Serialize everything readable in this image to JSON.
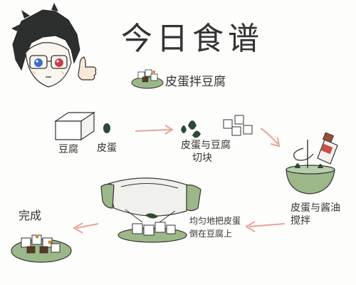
{
  "title": "今日食谱",
  "dish_name": "皮蛋拌豆腐",
  "steps": {
    "ingredient_tofu": "豆腐",
    "ingredient_egg": "皮蛋",
    "cut_line1": "皮蛋与豆腐",
    "cut_line2": "切块",
    "mix_line1": "皮蛋与酱油",
    "mix_line2": "搅拌",
    "pour_line1": "均匀地把皮蛋",
    "pour_line2": "倒在豆腐上",
    "done": "完成"
  },
  "colors": {
    "stroke": "#3a3a3a",
    "green": "#9cb88a",
    "dark_green": "#2f4a34",
    "arrow": "#e8a39a",
    "hair": "#2b2f2e",
    "eye_left": "#3d6fc9",
    "eye_right": "#c8404a"
  },
  "icons": [
    "character-avatar",
    "thumbs-up-icon",
    "tofu-block-icon",
    "century-egg-icon",
    "cubes-icon",
    "whisk-bowl-icon",
    "soy-sauce-bottle-icon",
    "pouring-bowl-icon",
    "finished-dish-icon"
  ]
}
